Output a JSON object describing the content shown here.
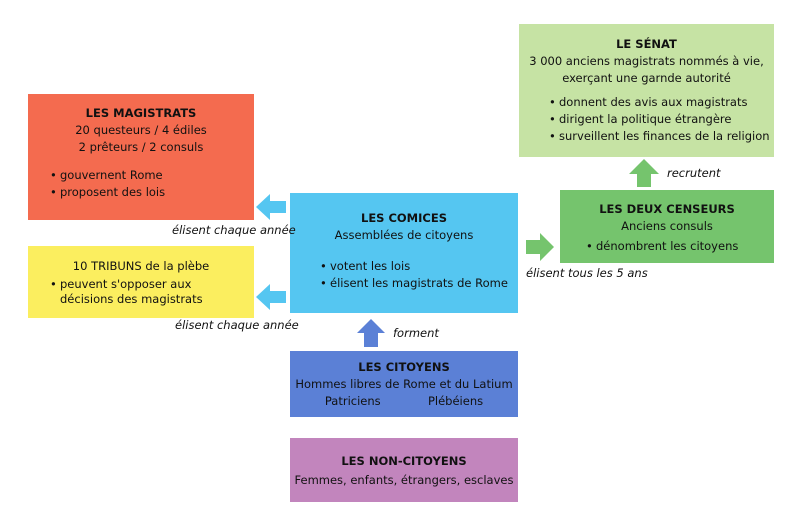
{
  "magistrats": {
    "title": "LES MAGISTRATS",
    "line1": "20 questeurs / 4 édiles",
    "line2": "2 prêteurs / 2 consuls",
    "items": [
      "gouvernent Rome",
      "proposent des lois"
    ]
  },
  "tribuns": {
    "title": "10 TRIBUNS de la plèbe",
    "items": [
      "peuvent s'opposer aux décisions des magistrats"
    ]
  },
  "comices": {
    "title": "LES COMICES",
    "subtitle": "Assemblées de citoyens",
    "items": [
      "votent les lois",
      "élisent les magistrats de Rome"
    ]
  },
  "citoyens": {
    "title": "LES CITOYENS",
    "subtitle": "Hommes libres de Rome et du Latium",
    "group1": "Patriciens",
    "group2": "Plébéiens"
  },
  "noncitoyens": {
    "title": "LES NON-CITOYENS",
    "subtitle": "Femmes, enfants, étrangers, esclaves"
  },
  "senat": {
    "title": "LE SÉNAT",
    "line1": "3 000 anciens magistrats nommés à vie,",
    "line2": "exerçant une garnde autorité",
    "items": [
      "donnent des avis aux magistrats",
      "dirigent la politique étrangère",
      "surveillent les finances de la religion"
    ]
  },
  "censeurs": {
    "title": "LES DEUX CENSEURS",
    "subtitle": "Anciens consuls",
    "items": [
      "dénombrent les citoyens"
    ]
  },
  "captions": {
    "elisent_magistrats": "élisent chaque année",
    "elisent_tribuns": "élisent chaque année",
    "forment": "forment",
    "elisent_censeurs": "élisent tous les 5 ans",
    "recrutent": "recrutent"
  },
  "colors": {
    "magistrats": "#f46b4f",
    "tribuns": "#fbee5f",
    "comices": "#55c6f1",
    "citoyens": "#5b80d6",
    "noncitoyens": "#c285bd",
    "senat": "#c6e3a4",
    "censeurs": "#75c46d"
  }
}
